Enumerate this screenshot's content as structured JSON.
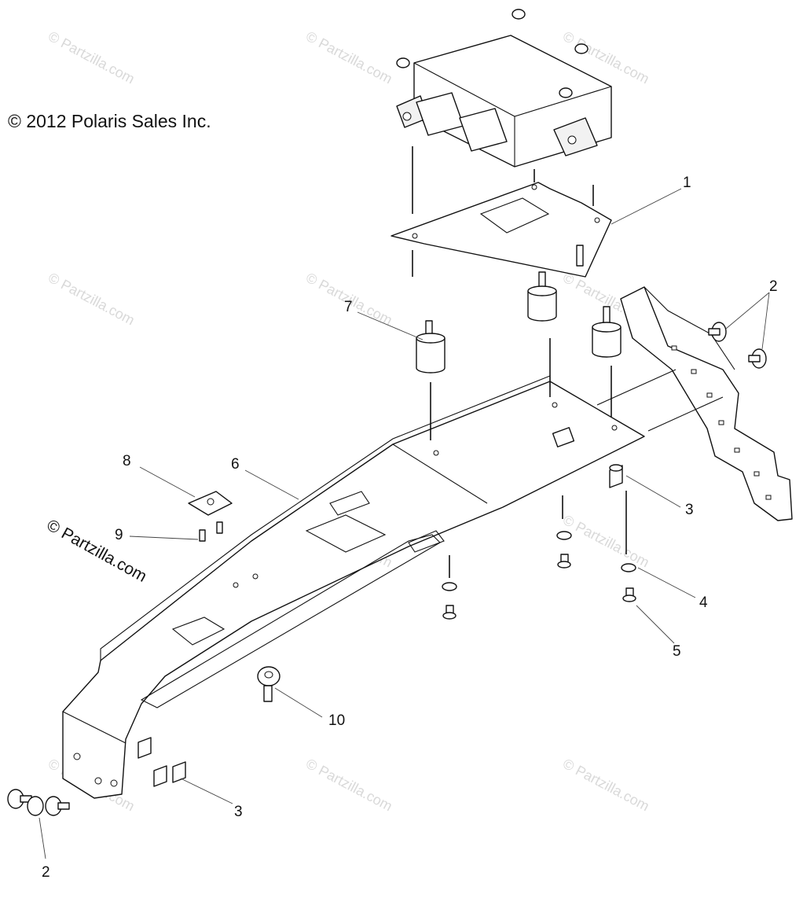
{
  "copyright": "© 2012 Polaris Sales Inc.",
  "site_credit": "© Partzilla.com",
  "watermark": "© Partzilla.com",
  "callouts": {
    "c1": "1",
    "c2a": "2",
    "c2b": "2",
    "c3a": "3",
    "c3b": "3",
    "c4": "4",
    "c5": "5",
    "c6": "6",
    "c7": "7",
    "c8": "8",
    "c9": "9",
    "c10": "10"
  }
}
